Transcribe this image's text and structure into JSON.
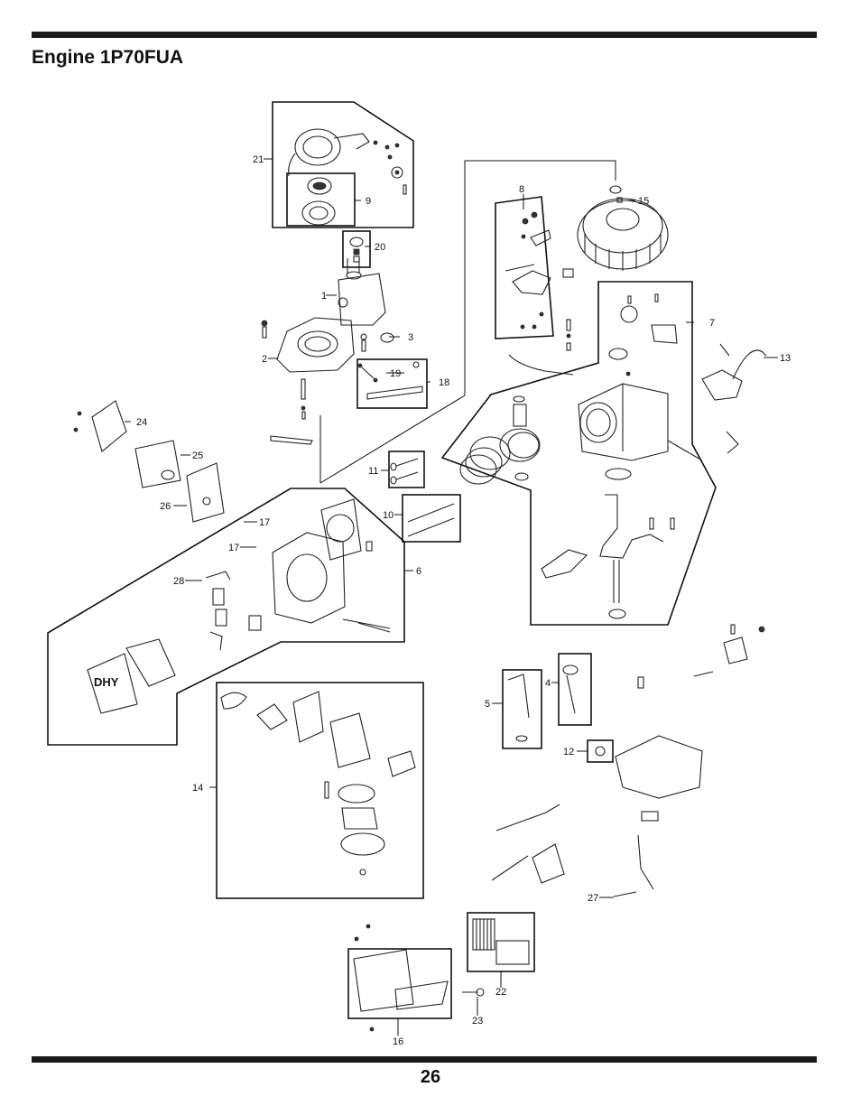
{
  "title": "Engine 1P70FUA",
  "page_number": "26",
  "callouts": {
    "c1": "1",
    "c2": "2",
    "c3": "3",
    "c4": "4",
    "c5": "5",
    "c6": "6",
    "c7": "7",
    "c8": "8",
    "c9": "9",
    "c10": "10",
    "c11": "11",
    "c12": "12",
    "c13": "13",
    "c14": "14",
    "c15": "15",
    "c16": "16",
    "c17a": "17",
    "c17b": "17",
    "c18": "18",
    "c19": "19",
    "c20": "20",
    "c21": "21",
    "c22": "22",
    "c23": "23",
    "c24": "24",
    "c25": "25",
    "c26": "26",
    "c27": "27",
    "c28": "28"
  },
  "logo_text": "DHY"
}
